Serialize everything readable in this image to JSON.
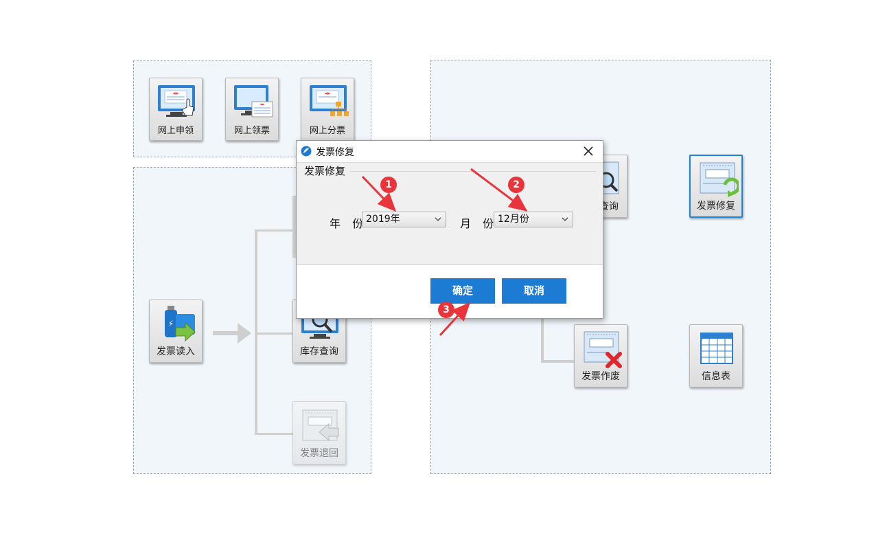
{
  "left_top_tiles": [
    {
      "label": "网上申领",
      "icon": "monitor-hand-icon"
    },
    {
      "label": "网上领票",
      "icon": "monitor-ticket-icon"
    },
    {
      "label": "网上分票",
      "icon": "monitor-org-icon"
    }
  ],
  "left_bottom_tiles": {
    "read": {
      "label": "发票读入",
      "icon": "usb-import-icon"
    },
    "inventory": {
      "label": "库存查询",
      "icon": "inventory-search-icon"
    },
    "return": {
      "label": "发票退回",
      "icon": "invoice-return-icon"
    }
  },
  "right_tiles": {
    "query": {
      "label": "查询",
      "icon": "invoice-search-icon"
    },
    "repair": {
      "label": "发票修复",
      "icon": "invoice-repair-icon"
    },
    "void": {
      "label": "发票作废",
      "icon": "invoice-void-icon"
    },
    "info": {
      "label": "信息表",
      "icon": "table-icon"
    }
  },
  "dialog": {
    "title": "发票修复",
    "group_title": "发票修复",
    "year_label": "年 份",
    "year_value": "2019年",
    "month_label": "月 份",
    "month_value": "12月份",
    "confirm": "确定",
    "cancel": "取消"
  },
  "markers": [
    "1",
    "2",
    "3"
  ],
  "colors": {
    "accent": "#1e7bd4",
    "marker": "#e8343a",
    "panel": "#f1f6fb"
  }
}
